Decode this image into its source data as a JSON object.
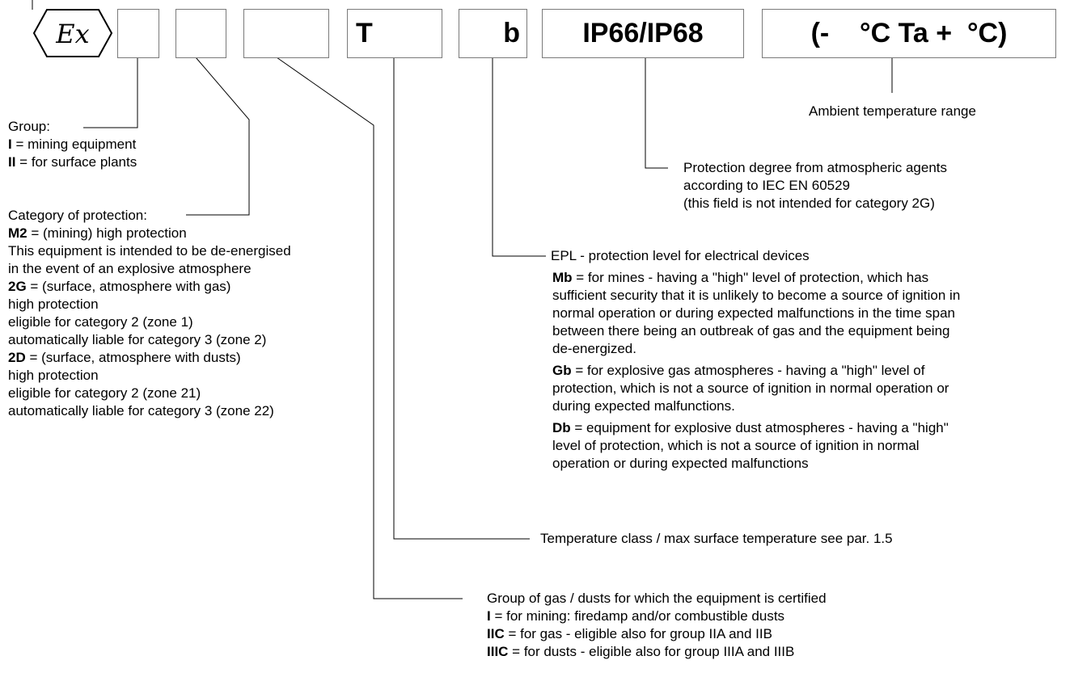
{
  "marking": {
    "symbol": "Ex",
    "box_t": "T",
    "box_b": "b",
    "box_ip": "IP66/IP68",
    "box_temp": "(-    °C Ta +  °C)"
  },
  "group": {
    "title": "Group:",
    "items": [
      {
        "bold": "I",
        "text": " = mining equipment"
      },
      {
        "bold": "II",
        "text": " =  for surface plants"
      }
    ]
  },
  "category": {
    "title": "Category of protection:",
    "lines": [
      {
        "bold": "M2",
        "text": " = (mining) high protection"
      },
      {
        "bold": "",
        "text": "This equipment is intended to be de-energised"
      },
      {
        "bold": "",
        "text": "in the event of an explosive atmosphere"
      },
      {
        "bold": "2G",
        "text": " = (surface, atmosphere with gas)"
      },
      {
        "bold": "",
        "text": "high protection"
      },
      {
        "bold": "",
        "text": "eligible for category 2 (zone 1)"
      },
      {
        "bold": "",
        "text": "automatically liable for category 3 (zone 2)"
      },
      {
        "bold": "2D",
        "text": " = (surface, atmosphere with dusts)"
      },
      {
        "bold": "",
        "text": "high protection"
      },
      {
        "bold": "",
        "text": "eligible for category 2 (zone 21)"
      },
      {
        "bold": "",
        "text": "automatically liable for category 3 (zone 22)"
      }
    ]
  },
  "ambient": {
    "text": "Ambient temperature range"
  },
  "protection_degree": {
    "lines": [
      "Protection degree from atmospheric agents",
      "according to IEC EN 60529",
      "(this field is not intended for category 2G)"
    ]
  },
  "epl": {
    "title": "EPL - protection level for electrical devices",
    "paragraphs": [
      {
        "bold": "Mb",
        "lines": [
          " = for mines - having a \"high\" level of protection, which has",
          "sufficient security that it is unlikely to become a source of ignition in",
          "normal operation or during expected malfunctions in the time span",
          "between there being an outbreak of gas and the equipment being",
          "de-energized."
        ]
      },
      {
        "bold": "Gb",
        "lines": [
          " = for explosive gas atmospheres - having a \"high\" level of",
          "protection, which is not a source of ignition in normal operation or",
          "during expected malfunctions."
        ]
      },
      {
        "bold": "Db",
        "lines": [
          " = equipment for explosive dust atmospheres - having a \"high\"",
          "level of protection, which is not a source of ignition in normal",
          "operation or during expected malfunctions"
        ]
      }
    ]
  },
  "temperature_class": {
    "text": "Temperature class / max surface temperature see par. 1.5"
  },
  "gas_group": {
    "title": "Group of gas / dusts for which the equipment is certified",
    "items": [
      {
        "bold": "I",
        "text": " = for mining: firedamp and/or combustible dusts"
      },
      {
        "bold": "IIC",
        "text": " = for gas - eligible also for group IIA and IIB"
      },
      {
        "bold": "IIIC",
        "text": " = for dusts - eligible also for group IIIA and IIIB"
      }
    ]
  }
}
